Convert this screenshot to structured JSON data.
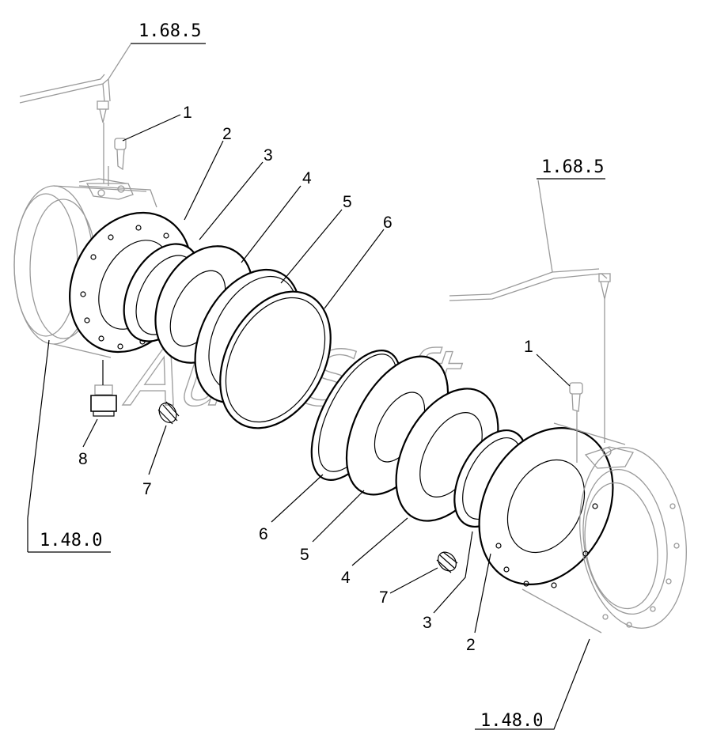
{
  "refs": {
    "ref_top_left": "1.68.5",
    "ref_top_right": "1.68.5",
    "ref_bottom_left": "1.48.0",
    "ref_bottom_right": "1.48.0"
  },
  "left_assembly": {
    "p1": "1",
    "p2": "2",
    "p3": "3",
    "p4": "4",
    "p5": "5",
    "p6": "6",
    "p7": "7",
    "p8": "8"
  },
  "right_assembly": {
    "p1": "1",
    "p2": "2",
    "p3": "3",
    "p4": "4",
    "p5": "5",
    "p6": "6",
    "p7": "7"
  },
  "watermark": "AutoSoft"
}
